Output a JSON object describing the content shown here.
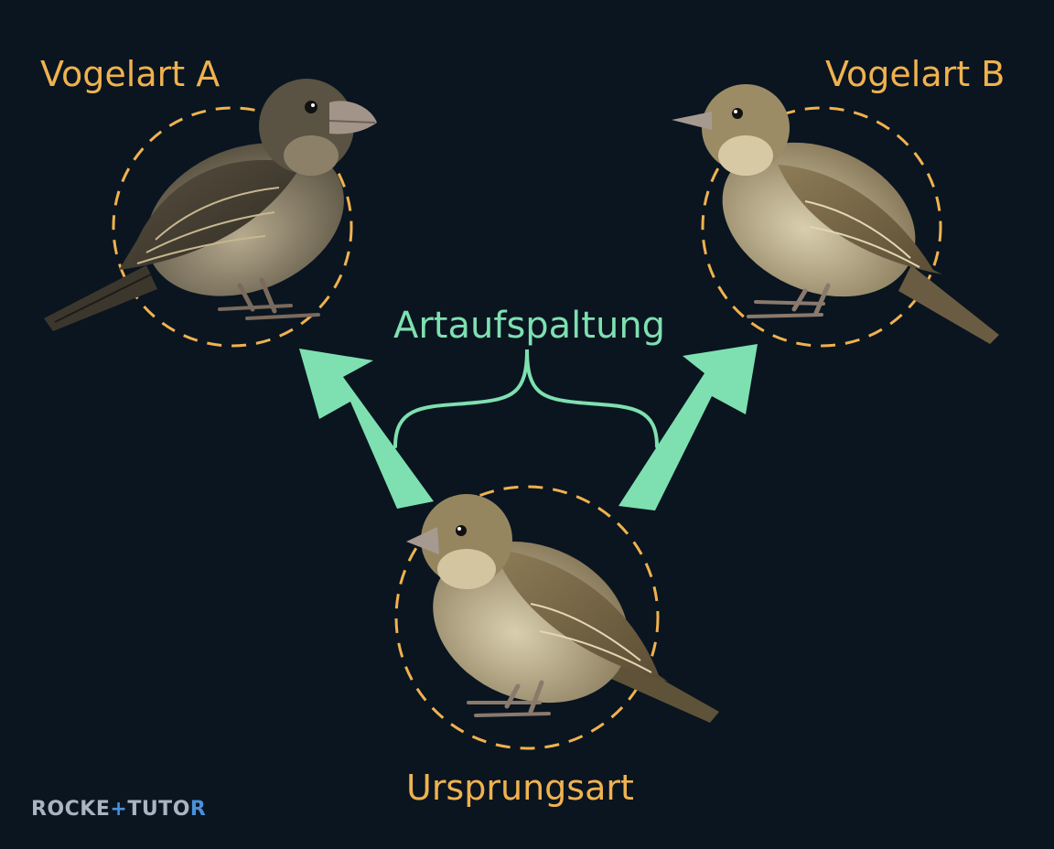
{
  "labels": {
    "species_a": "Vogelart A",
    "species_b": "Vogelart B",
    "origin": "Ursprungsart",
    "process": "Artaufspaltung"
  },
  "logo": {
    "part1": "ROCKE",
    "plus": "+",
    "part2": "TUTO",
    "last": "R"
  },
  "colors": {
    "background": "#0a1520",
    "species_label": "#f0b24e",
    "circle_dash": "#f0b24e",
    "arrow": "#7ee0b0",
    "process_label": "#7ee0b0",
    "logo_accent": "#4a90d9"
  },
  "icons": [
    "finch-bird-icon",
    "arrow-up-left-icon",
    "arrow-up-right-icon",
    "curly-brace-icon"
  ]
}
